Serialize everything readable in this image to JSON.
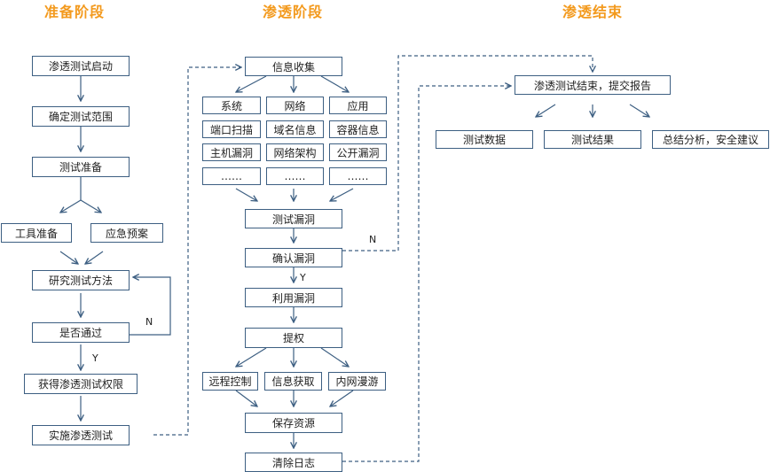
{
  "phases": {
    "prepare": "准备阶段",
    "penetrate": "渗透阶段",
    "finish": "渗透结束"
  },
  "prepare": {
    "start": "渗透测试启动",
    "scope": "确定测试范围",
    "ready": "测试准备",
    "tools": "工具准备",
    "contingency": "应急预案",
    "method": "研究测试方法",
    "passed": "是否通过",
    "permission": "获得渗透测试权限",
    "execute": "实施渗透测试"
  },
  "penetrate": {
    "collect": "信息收集",
    "grid": [
      [
        "系统",
        "网络",
        "应用"
      ],
      [
        "端口扫描",
        "域名信息",
        "容器信息"
      ],
      [
        "主机漏洞",
        "网络架构",
        "公开漏洞"
      ],
      [
        "……",
        "……",
        "……"
      ]
    ],
    "test_vuln": "测试漏洞",
    "confirm_vuln": "确认漏洞",
    "exploit": "利用漏洞",
    "escalate": "提权",
    "remote": "远程控制",
    "info_get": "信息获取",
    "lateral": "内网漫游",
    "save": "保存资源",
    "clear_logs": "清除日志"
  },
  "finish": {
    "report": "渗透测试结束，提交报告",
    "data": "测试数据",
    "result": "测试结果",
    "summary": "总结分析，安全建议"
  },
  "labels": {
    "no_1": "N",
    "yes_1": "Y",
    "no_2": "N",
    "yes_2": "Y"
  },
  "colors": {
    "heading": "#f39a1e",
    "border": "#3d5f82",
    "line": "#3d5f82"
  }
}
